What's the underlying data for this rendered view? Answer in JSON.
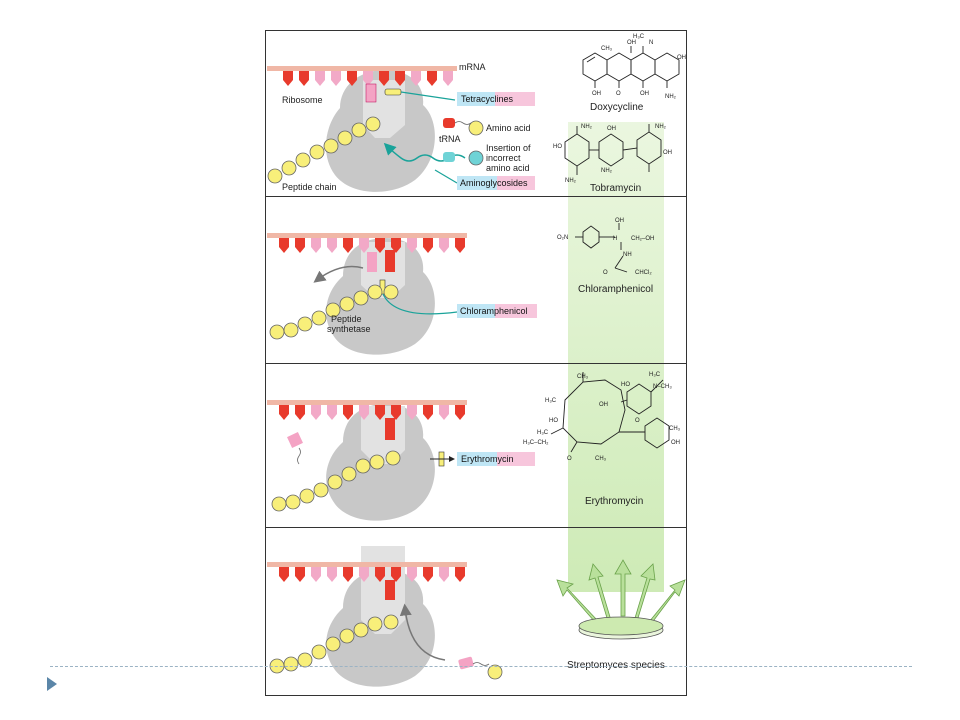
{
  "slide": {
    "accent_color": "#5b86a8"
  },
  "figure": {
    "labels": {
      "mrna": "mRNA",
      "ribosome": "Ribosome",
      "peptide_chain": "Peptide chain",
      "trna": "tRNA",
      "amino_acid": "Amino acid",
      "incorrect_1": "Insertion of",
      "incorrect_2": "incorrect",
      "incorrect_3": "amino acid",
      "peptide_1": "Peptide",
      "peptide_2": "synthetase"
    },
    "drug_boxes": {
      "tetracyclines": "Tetracyclines",
      "aminoglycosides": "Aminoglycosides",
      "chloramphenicol": "Chloramphenicol",
      "erythromycin": "Erythromycin"
    },
    "compound_names": {
      "doxycycline": "Doxycycline",
      "tobramycin": "Tobramycin",
      "chloramphenicol": "Chloramphenicol",
      "erythromycin": "Erythromycin",
      "streptomyces": "Streptomyces species"
    },
    "chem_text": {
      "nh2": "NH₂",
      "oh": "OH",
      "ho": "HO",
      "ch3": "CH₃",
      "o": "O",
      "n": "N",
      "h3c": "H₃C",
      "o2n": "O₂N",
      "chcl2": "CHCl₂",
      "nh": "NH",
      "ch2oh": "CH₂–OH",
      "ch3_n_ch3": "N–CH₃",
      "h3c_ch2": "H₃C–CH₂",
      "h": "H"
    },
    "colors": {
      "codon_red": "#e83a2c",
      "codon_pink": "#f2a9c7",
      "mrna_strand": "#f0b7a6",
      "ribosome_gray": "#c8c8c8",
      "amino_acid_yellow": "#f8ef7a",
      "trna_pink": "#f4a3c4",
      "teal_arrow": "#1aa39a",
      "cyan_sphere": "#6fd3d6",
      "green_beam": "#d7efc4",
      "box_blue": "#bfe6f5",
      "box_pink": "#f7c6dc"
    }
  }
}
